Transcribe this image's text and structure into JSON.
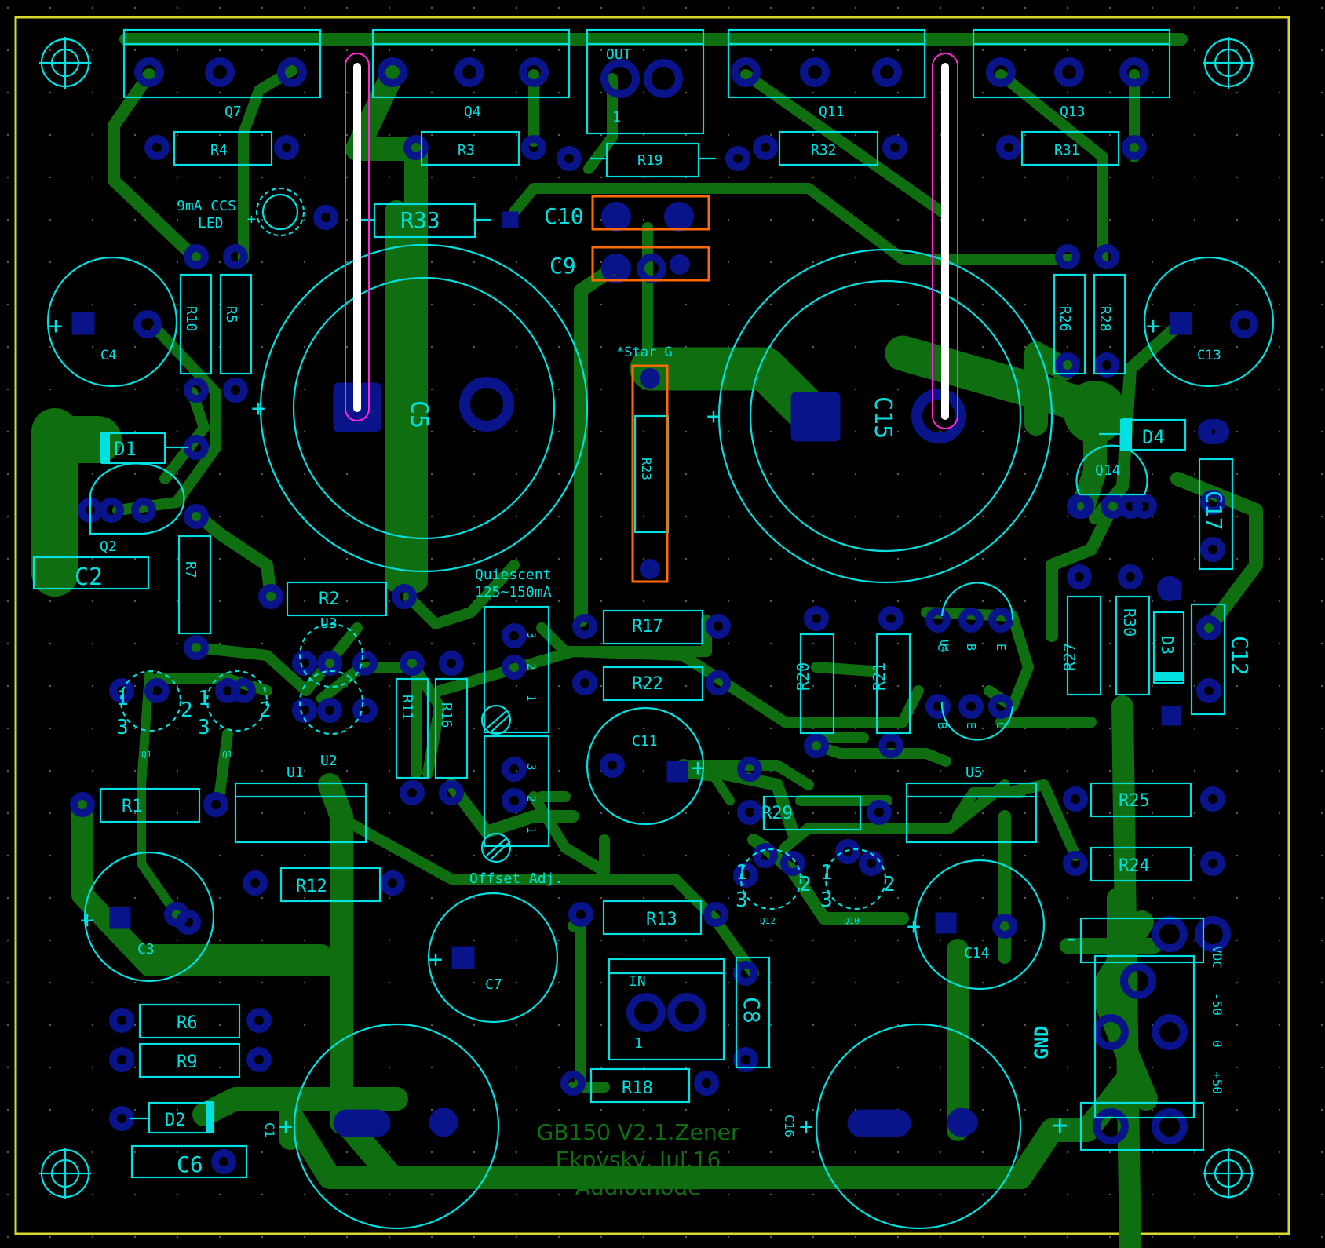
{
  "colors": {
    "background": "#000000",
    "board_edge": "#d8d82a",
    "copper_trace": "#0f6e10",
    "pad": "#0a148a",
    "silkscreen": "#00e0e0",
    "highlight": "#ff6a00",
    "jumper_outline": "#ff2ad4",
    "jumper_core": "#ffffff",
    "grid_dot": "#5a5a5a"
  },
  "designators": {
    "Q7": "Q7",
    "Q4": "Q4",
    "Q11": "Q11",
    "Q13": "Q13",
    "Q2": "Q2",
    "Q14": "Q14",
    "Q1": "Q1",
    "Q12": "Q12",
    "Q10": "Q10",
    "R1": "R1",
    "R2": "R2",
    "R3": "R3",
    "R4": "R4",
    "R5": "R5",
    "R6": "R6",
    "R7": "R7",
    "R9": "R9",
    "R10": "R10",
    "R11": "R11",
    "R12": "R12",
    "R13": "R13",
    "R16": "R16",
    "R17": "R17",
    "R18": "R18",
    "R19": "R19",
    "R20": "R20",
    "R21": "R21",
    "R22": "R22",
    "R23": "R23",
    "R24": "R24",
    "R25": "R25",
    "R26": "R26",
    "R27": "R27",
    "R28": "R28",
    "R29": "R29",
    "R30": "R30",
    "R31": "R31",
    "R32": "R32",
    "R33": "R33",
    "C1": "C1",
    "C2": "C2",
    "C3": "C3",
    "C4": "C4",
    "C5": "C5",
    "C6": "C6",
    "C7": "C7",
    "C8": "C8",
    "C9": "C9",
    "C10": "C10",
    "C11": "C11",
    "C12": "C12",
    "C13": "C13",
    "C14": "C14",
    "C15": "C15",
    "C16": "C16",
    "C17": "C17",
    "D1": "D1",
    "D2": "D2",
    "D3": "D3",
    "D4": "D4",
    "U1": "U1",
    "U2": "U2",
    "U3": "U3",
    "U4": "U4",
    "U5": "U5"
  },
  "labels": {
    "out": "OUT",
    "in": "IN",
    "pin1": "1",
    "ccs_line1": "9mA CCS",
    "ccs_line2": "LED",
    "star_ground": "*Star G",
    "quiescent_line1": "Quiescent",
    "quiescent_line2": "125~150mA",
    "offset_adj": "Offset Adj.",
    "power_minus": "-",
    "power_plus": "+",
    "power_gnd": "GND",
    "power_vdc": "VDC",
    "power_m50": "-50",
    "power_0": "0",
    "power_p50": "+50",
    "footer_line1": "GB150 V2.1.Zener",
    "footer_line2": "Ekpvsky, Jul.16",
    "footer_line3": "Audiothode",
    "pot_pins": [
      "3",
      "2",
      "1"
    ],
    "transistor_pins": [
      "1",
      "2",
      "3"
    ],
    "u4_pins_top": [
      "C",
      "B",
      "E"
    ],
    "u4_pins_bottom": [
      "B",
      "E",
      "C"
    ]
  }
}
